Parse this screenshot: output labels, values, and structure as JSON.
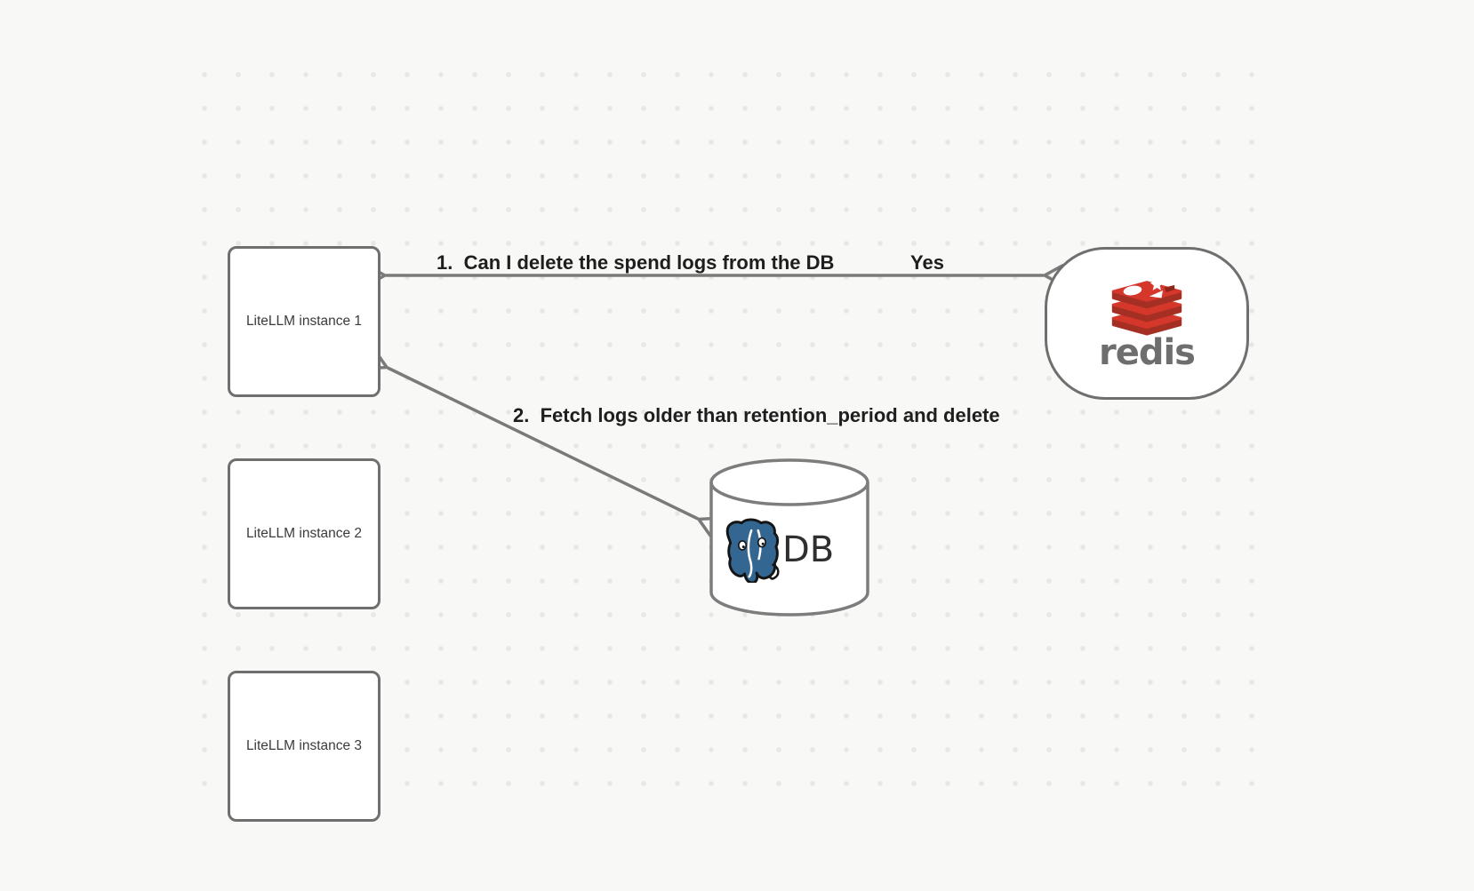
{
  "diagram": {
    "nodes": {
      "litellm_instances": [
        {
          "label": "LiteLLM instance 1"
        },
        {
          "label": "LiteLLM instance 2"
        },
        {
          "label": "LiteLLM instance 3"
        }
      ],
      "redis": {
        "name": "Redis",
        "wordmark": "redis"
      },
      "database": {
        "label": "DB",
        "logo": "postgresql-elephant"
      }
    },
    "edges": [
      {
        "from": "Redis",
        "to": "LiteLLM instance 1",
        "label": "1.  Can I delete the spend logs from the DB",
        "response": "Yes",
        "arrowheads": "both"
      },
      {
        "from": "LiteLLM instance 1",
        "to": "DB",
        "label": "2.  Fetch logs older than retention_period and delete",
        "arrowheads": "both"
      }
    ],
    "colors": {
      "background": "#f8f8f7",
      "grid_dot": "#e7e7e6",
      "shape_border": "#6f6f6f",
      "shape_fill": "#ffffff",
      "arrow": "#7a7a7a",
      "edge_label_text": "#1e1e1e",
      "node_text": "#3b3b3b",
      "redis_red": "#d5372b",
      "redis_dark_red": "#a52f23",
      "redis_notch_red": "#8f241b",
      "redis_wordmark_gray": "#6e6e6e",
      "postgres_blue": "#336791",
      "db_text": "#2f2f2f"
    }
  }
}
